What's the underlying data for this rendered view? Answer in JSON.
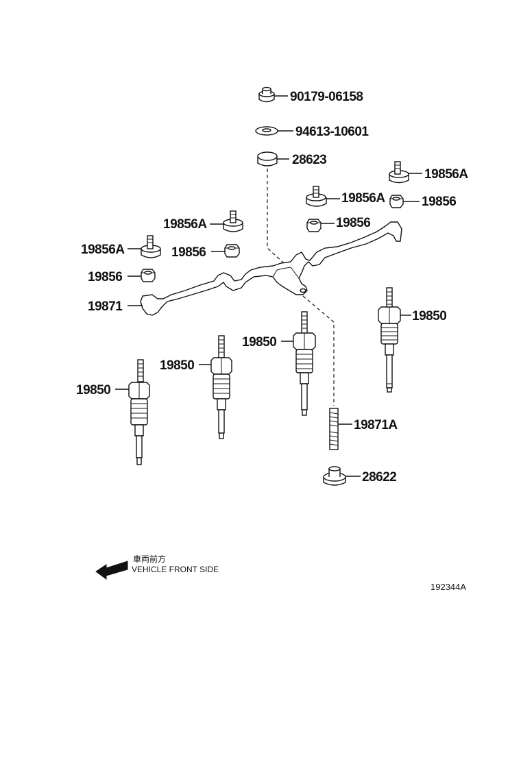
{
  "labels": {
    "nut_top": "90179-06158",
    "washer_top": "94613-10601",
    "insulator_top": "28623",
    "nut_a_r_top": "19856A",
    "nut_a_r_mid": "19856A",
    "nut_r_1": "19856",
    "nut_r_2": "19856",
    "nut_a_l_1": "19856A",
    "nut_l_1": "19856",
    "nut_a_l_2": "19856A",
    "nut_l_2": "19856",
    "bus_bar": "19871",
    "plug_right": "19850",
    "plug_center": "19850",
    "plug_mid_left": "19850",
    "plug_left": "19850",
    "stud": "19871A",
    "insulator_bottom": "28622"
  },
  "direction": {
    "jp_label": "車両前方",
    "en_label": "VEHICLE FRONT SIDE"
  },
  "reference_code": "192344A"
}
